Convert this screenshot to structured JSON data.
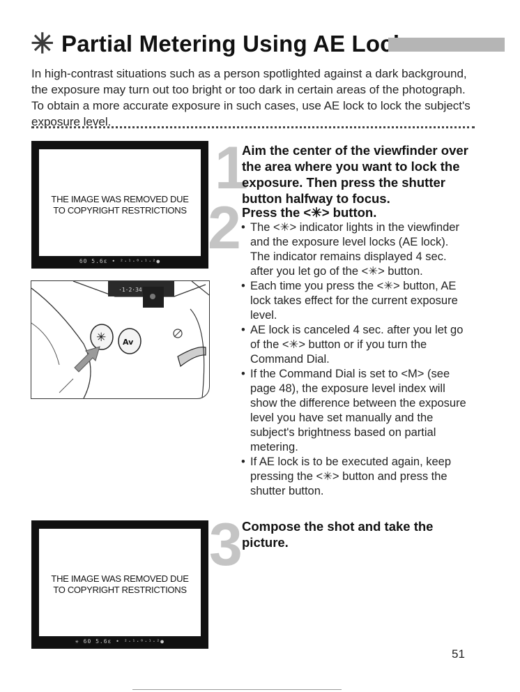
{
  "title": {
    "icon": "asterisk-icon",
    "glyph": "✳",
    "text": "Partial Metering Using AE Lock"
  },
  "intro": "In high-contrast situations such as a person spotlighted against a dark background, the exposure may turn out too bright or too dark in certain areas of the photograph. To obtain a more accurate exposure in such cases, use AE lock to lock the subject's exposure level.",
  "image_notice": "THE IMAGE WAS REMOVED DUE TO COPYRIGHT RESTRICTIONS",
  "viewfinder1": {
    "readout": "60  5.6ɛ  •  ²·¹·⁰·¹·²●"
  },
  "viewfinder2": {
    "readout": "✳   60  5.6ɛ  •  ²·¹·⁰·¹·²●"
  },
  "steps": [
    {
      "num": "1",
      "heading": "Aim the center of the viewfinder over the area where you want to lock the exposure. Then press the shutter button halfway to focus."
    },
    {
      "num": "2",
      "heading": "Press the <✳> button."
    },
    {
      "num": "3",
      "heading": "Compose the shot and take the picture."
    }
  ],
  "bullets": [
    "The <✳> indicator lights in the viewfinder and the exposure level locks (AE lock). The indicator remains displayed 4 sec. after you let go of the <✳> button.",
    "Each time you press the <✳> button, AE lock takes effect for the current exposure level.",
    "AE lock is canceled 4 sec. after you let go of the <✳> button or if you turn the Command Dial.",
    "If the Command Dial is set to <M> (see page 48), the exposure level index will show the difference between the exposure level you have set manually and the subject's brightness based on partial metering.",
    "If AE lock is to be executed again, keep pressing the <✳> button and press the shutter button."
  ],
  "camera": {
    "button_label": "Av"
  },
  "page_number": "51"
}
